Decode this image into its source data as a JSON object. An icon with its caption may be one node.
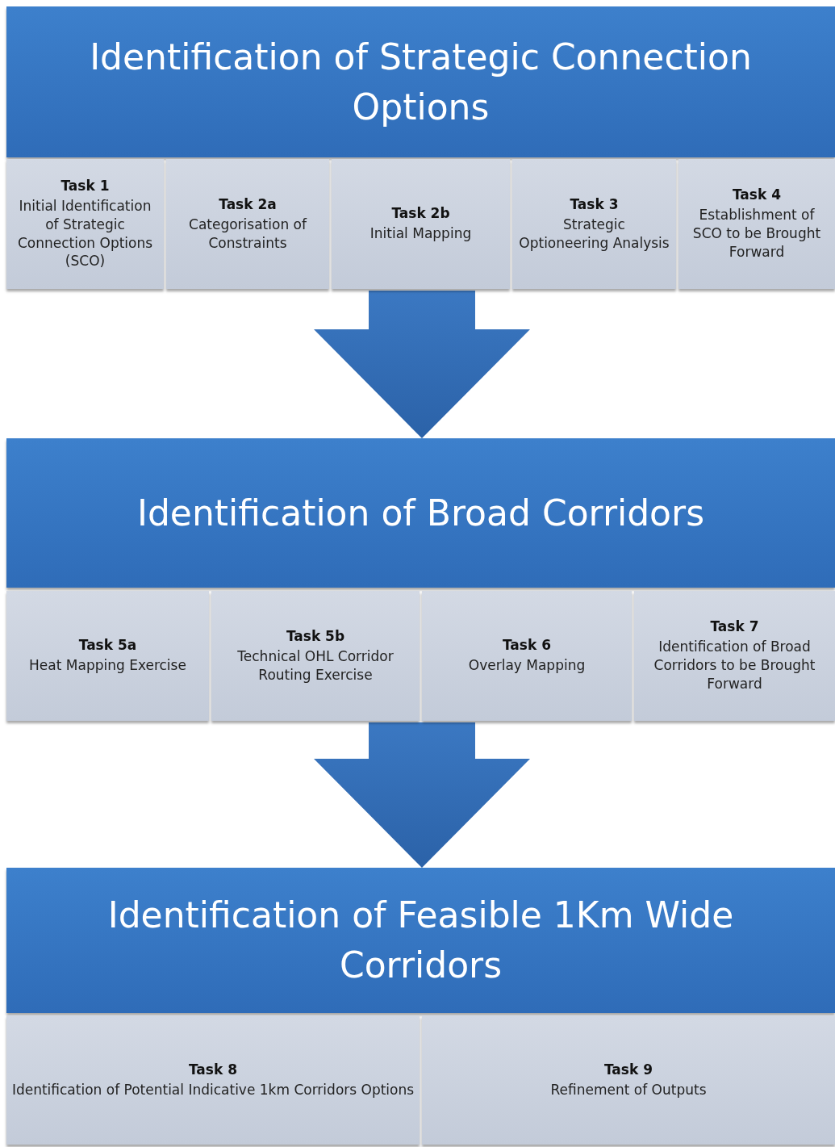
{
  "diagram": {
    "nodes": [
      {
        "text": [
          "Identification of Strategic Connection Options"
        ]
      },
      {
        "text": [
          "Task 1",
          "Initial Identification of Strategic Connection Options (SCO)"
        ]
      },
      {
        "text": [
          "Task 2a",
          "Categorisation of Constraints"
        ]
      },
      {
        "text": [
          "Task 2b",
          "Initial Mapping"
        ]
      },
      {
        "text": [
          "Task 3",
          "Strategic Optioneering Analysis"
        ]
      },
      {
        "text": [
          "Task 4",
          "Establishment of SCO to be Brought Forward"
        ]
      },
      {
        "text": [
          "Identification of Broad Corridors"
        ]
      },
      {
        "text": [
          "Task 5a",
          "Heat Mapping Exercise"
        ]
      },
      {
        "text": [
          "Task 5b",
          "Technical OHL Corridor Routing Exercise"
        ]
      },
      {
        "text": [
          "Task 6",
          "Overlay Mapping"
        ]
      },
      {
        "text": [
          "Task 7",
          "Identification of Broad Corridors to be Brought Forward"
        ]
      },
      {
        "text": [
          "Identification of Feasible 1Km Wide Corridors"
        ]
      },
      {
        "text": [
          "Task 8",
          "Identification of Potential Indicative 1km Corridors Options"
        ]
      },
      {
        "text": [
          "Task 9",
          "Refinement of Outputs"
        ]
      }
    ],
    "edges": [
      {
        "from": 3,
        "to": 6,
        "arrow": "to",
        "style": "thick"
      },
      {
        "from": 9,
        "to": 11,
        "arrow": "to",
        "style": "thick"
      }
    ]
  }
}
